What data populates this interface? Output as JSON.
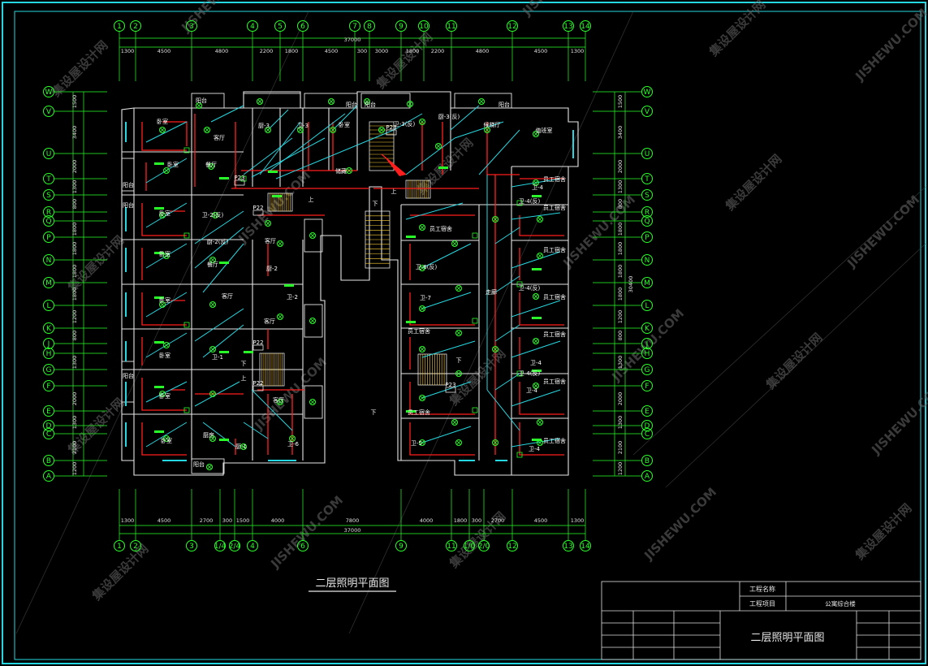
{
  "drawing": {
    "plan_title": "二层照明平面图",
    "title_block": {
      "label_project_name": "工程名称",
      "label_project_item": "工程项目",
      "project_item_value": "公寓综合楼",
      "drawing_title": "二层照明平面图"
    },
    "top_axes": [
      "1",
      "2",
      "3",
      "4",
      "5",
      "6",
      "7",
      "8",
      "9",
      "10",
      "11",
      "12",
      "13",
      "14"
    ],
    "bottom_axes": [
      "1",
      "2",
      "3",
      "1/4",
      "2/4",
      "4",
      "6",
      "9",
      "11",
      "1/0",
      "2/0",
      "12",
      "13",
      "14"
    ],
    "top_dims": [
      "1300",
      "4500",
      "4800",
      "2200",
      "1800",
      "4500",
      "300",
      "3000",
      "1800",
      "2200",
      "4800",
      "4500",
      "1300"
    ],
    "top_total": "37000",
    "bottom_dims": [
      "1300",
      "4500",
      "2700",
      "300",
      "1500",
      "4000",
      "7800",
      "4000",
      "1800",
      "300",
      "2700",
      "4500",
      "1300"
    ],
    "bottom_total": "37000",
    "row_axes": [
      "W",
      "V",
      "U",
      "T",
      "S",
      "R",
      "Q",
      "P",
      "N",
      "M",
      "L",
      "K",
      "J",
      "H",
      "G",
      "F",
      "E",
      "D",
      "C",
      "B",
      "A"
    ],
    "left_dims": [
      "1500",
      "3400",
      "2000",
      "1300",
      "800",
      "1800",
      "1800",
      "1800",
      "1800",
      "1200",
      "800",
      "1300",
      "2000",
      "1300",
      "2100",
      "1200"
    ],
    "right_total": "30400",
    "rooms_left": [
      "阳台",
      "卧室",
      "卧室",
      "客厅",
      "餐厅",
      "阳台",
      "卧室",
      "卧室",
      "卧室",
      "卧室",
      "客厅",
      "餐厅",
      "卧室",
      "卧室",
      "厨房",
      "阳台",
      "阳台"
    ],
    "rooms_right": [
      "阳台",
      "值班室",
      "员工宿舍",
      "员工宿舍",
      "员工宿舍",
      "员工宿舍",
      "员工宿舍",
      "员工宿舍",
      "员工宿舍",
      "员工宿舍",
      "走廊",
      "员工宿舍",
      "员工宿舍"
    ],
    "rooms_center": [
      "阳台",
      "卧室",
      "储藏",
      "客厅",
      "客厅",
      "客厅",
      "候梯厅",
      "阳台",
      "阳台"
    ],
    "tags": [
      "厨-3",
      "卫-3",
      "卫-3(反)",
      "厨-3(反)",
      "卫-2(反)",
      "厨-2(反)",
      "厨-2",
      "卫-2",
      "卫-1",
      "厨-1",
      "卫-6",
      "卫-6(反)",
      "卫-7",
      "卫-5",
      "卫-4",
      "卫-4(反)",
      "卫-4",
      "卫-4(反)",
      "卫-4",
      "卫-4(反)",
      "卫-4"
    ],
    "stair_labels": [
      "上",
      "下",
      "上",
      "下",
      "上",
      "下",
      "下"
    ],
    "panel_tags": [
      "P23",
      "P22",
      "P22",
      "P22",
      "P23",
      "P23"
    ],
    "watermark_cn": "集设屋设计网",
    "watermark_en": "JISHEWU.COM"
  }
}
